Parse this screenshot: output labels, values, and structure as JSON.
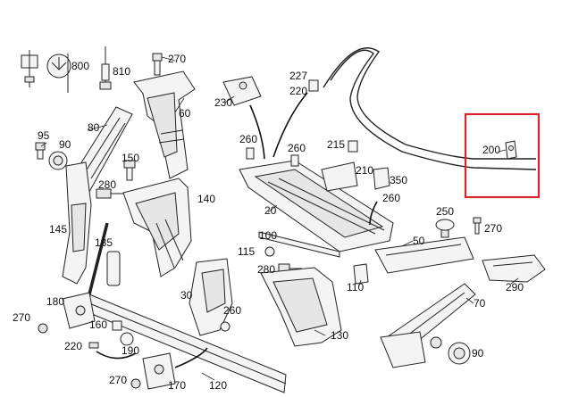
{
  "diagram": {
    "callouts": {
      "c800": "800",
      "c810": "810",
      "c270a": "270",
      "c60": "60",
      "c80": "80",
      "c95": "95",
      "c90a": "90",
      "c150": "150",
      "c280a": "280",
      "c140": "140",
      "c145": "145",
      "c185": "185",
      "c230": "230",
      "c227": "227",
      "c220a": "220",
      "c260a": "260",
      "c260b": "260",
      "c215": "215",
      "c210": "210",
      "c350": "350",
      "c260c": "260",
      "c200": "200",
      "c20": "20",
      "c250": "250",
      "c270b": "270",
      "c100": "100",
      "c115": "115",
      "c280b": "280",
      "c50": "50",
      "c110": "110",
      "c290": "290",
      "c30": "30",
      "c260d": "260",
      "c180": "180",
      "c270c": "270",
      "c160": "160",
      "c220b": "220",
      "c190": "190",
      "c130": "130",
      "c70": "70",
      "c90b": "90",
      "c270d": "270",
      "c170": "170",
      "c120": "120"
    },
    "highlight_color": "#d9242b",
    "line_color": "#222222"
  }
}
